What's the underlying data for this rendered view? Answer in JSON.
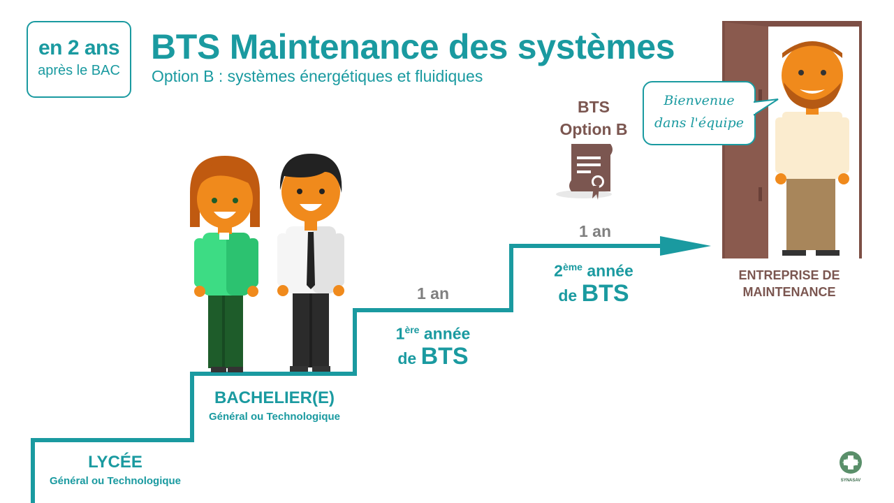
{
  "badge": {
    "line1": "en 2 ans",
    "line2": "après le BAC"
  },
  "header": {
    "title": "BTS Maintenance des systèmes",
    "subtitle": "Option B : systèmes énergétiques et fluidiques"
  },
  "diploma": {
    "line1": "BTS",
    "line2": "Option B"
  },
  "speech": {
    "line1": "Bienvenue",
    "line2": "dans l'équipe"
  },
  "company": {
    "line1": "ENTREPRISE DE",
    "line2": "MAINTENANCE"
  },
  "steps": {
    "lycee": {
      "title": "LYCÉE",
      "sub": "Général ou Technologique"
    },
    "bachelier": {
      "title": "BACHELIER(E)",
      "sub": "Général ou Technologique"
    },
    "year1": {
      "duration": "1 an",
      "ordinal": "1",
      "sup": "ère",
      "word": "année",
      "de": "de",
      "bts": "BTS"
    },
    "year2": {
      "duration": "1 an",
      "ordinal": "2",
      "sup": "ème",
      "word": "année",
      "de": "de",
      "bts": "BTS"
    }
  },
  "logo": {
    "text": "SYNASAV"
  },
  "colors": {
    "teal": "#1a9aa0",
    "grey": "#7f7f7f",
    "brown": "#7b5650",
    "door": "#8a5a4e"
  }
}
